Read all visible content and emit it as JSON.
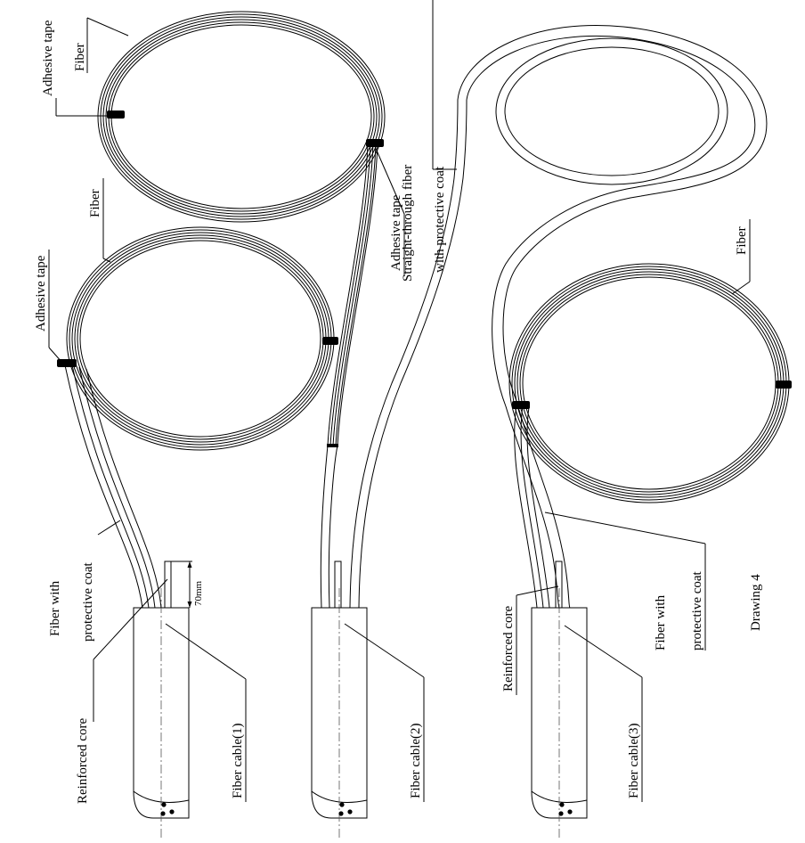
{
  "labels": {
    "adhesive_tape_1": "Adhesive tape",
    "fiber_1": "Fiber",
    "adhesive_tape_2": "Adhesive tape",
    "fiber_2": "Fiber",
    "fiber_protective_1": "Fiber  with",
    "fiber_protective_2": "protective coat",
    "reinforced_core_1": "Reinforced core",
    "dimension": "70mm",
    "fiber_cable_1": "Fiber cable(1)",
    "straight_through_1": "Straight-through fiber",
    "straight_through_2": "with protective coat",
    "adhesive_tape_3": "Adhesive tape",
    "fiber_cable_2": "Fiber cable(2)",
    "fiber_3": "Fiber",
    "fiber_with_1": "Fiber with",
    "fiber_with_2": "protective coat",
    "reinforced_core_2": "Reinforced core",
    "fiber_cable_3": "Fiber cable(3)",
    "drawing_title": "Drawing  4"
  },
  "colors": {
    "ink": "#000000",
    "background": "#ffffff"
  }
}
